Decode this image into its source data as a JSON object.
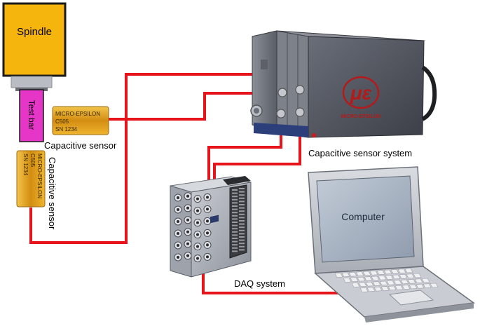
{
  "spindle": {
    "label": "Spindle"
  },
  "test_bar": {
    "label": "Test bar"
  },
  "sensor_horizontal": {
    "brand": "MICRO-EPSILON",
    "model": "C505",
    "serial": "SN 1234",
    "caption": "Capacitive sensor"
  },
  "sensor_vertical": {
    "brand": "MICRO-EPSILON",
    "model": "C505",
    "serial": "SN 1234",
    "caption": "Capacitive sensor"
  },
  "controller": {
    "logo_text": "MICRO-EPSILON",
    "caption": "Capacitive sensor system"
  },
  "daq": {
    "caption": "DAQ system"
  },
  "computer": {
    "screen_label": "Computer"
  },
  "colors": {
    "cable": "#e8141c",
    "spindle": "#f6b50c",
    "test_bar": "#e636c8",
    "sensor": "#d99a1c",
    "controller": "#4a4d57",
    "logo": "#b41a1a"
  }
}
